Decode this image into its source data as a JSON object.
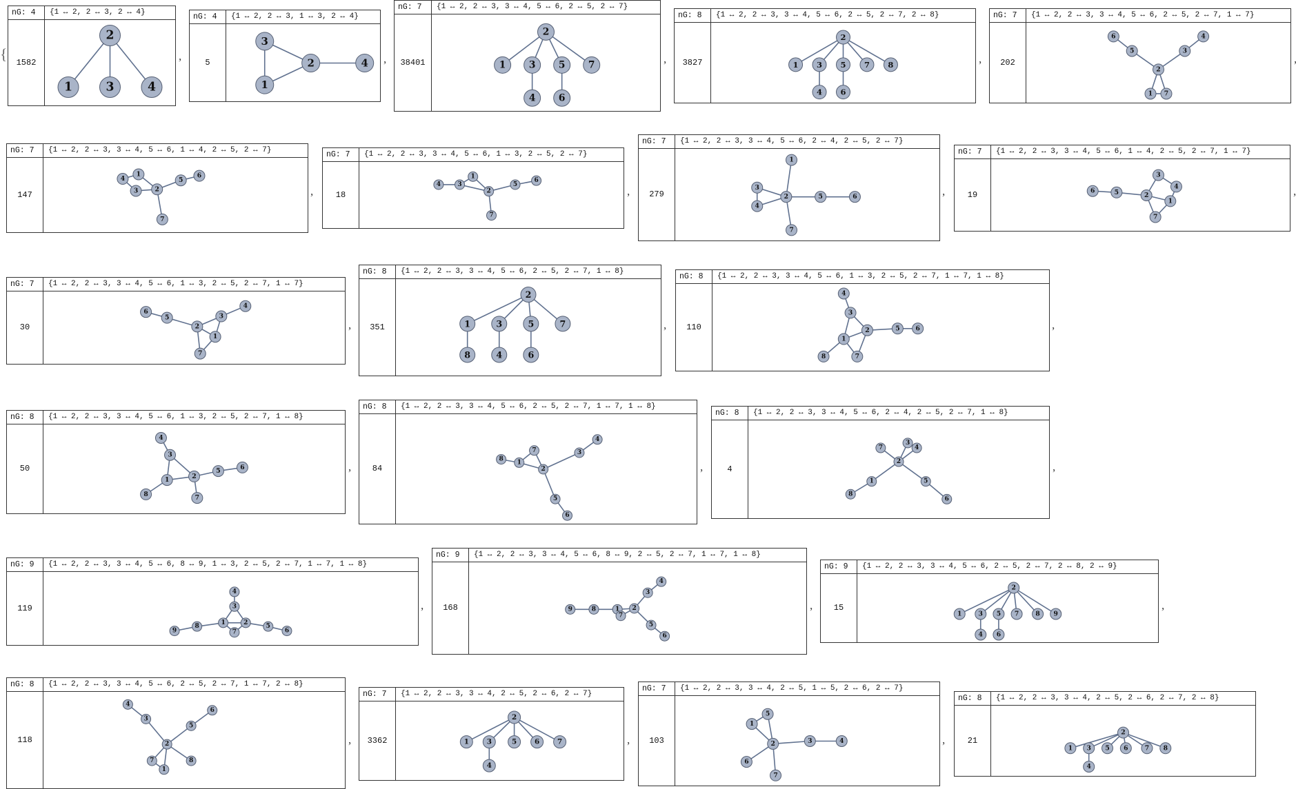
{
  "list": {
    "open_brace": "{",
    "close_brace": "}",
    "separator": ",",
    "node_fill": "#a9b4c8",
    "node_stroke": "#555f73",
    "edge_color": "#60718f"
  },
  "entries": [
    {
      "ng_label": "nG: 4",
      "edges_text": "{1 ↔ 2, 2 ↔ 3, 2 ↔ 4}",
      "count": "1582"
    },
    {
      "ng_label": "nG: 4",
      "edges_text": "{1 ↔ 2, 2 ↔ 3, 1 ↔ 3, 2 ↔ 4}",
      "count": "5"
    },
    {
      "ng_label": "nG: 7",
      "edges_text": "{1 ↔ 2, 2 ↔ 3, 3 ↔ 4, 5 ↔ 6, 2 ↔ 5, 2 ↔ 7}",
      "count": "38401"
    },
    {
      "ng_label": "nG: 8",
      "edges_text": "{1 ↔ 2, 2 ↔ 3, 3 ↔ 4, 5 ↔ 6, 2 ↔ 5, 2 ↔ 7, 2 ↔ 8}",
      "count": "3827"
    },
    {
      "ng_label": "nG: 7",
      "edges_text": "{1 ↔ 2, 2 ↔ 3, 3 ↔ 4, 5 ↔ 6, 2 ↔ 5, 2 ↔ 7, 1 ↔ 7}",
      "count": "202"
    },
    {
      "ng_label": "nG: 7",
      "edges_text": "{1 ↔ 2, 2 ↔ 3, 3 ↔ 4, 5 ↔ 6, 1 ↔ 4, 2 ↔ 5, 2 ↔ 7}",
      "count": "147"
    },
    {
      "ng_label": "nG: 7",
      "edges_text": "{1 ↔ 2, 2 ↔ 3, 3 ↔ 4, 5 ↔ 6, 1 ↔ 3, 2 ↔ 5, 2 ↔ 7}",
      "count": "18"
    },
    {
      "ng_label": "nG: 7",
      "edges_text": "{1 ↔ 2, 2 ↔ 3, 3 ↔ 4, 5 ↔ 6, 2 ↔ 4, 2 ↔ 5, 2 ↔ 7}",
      "count": "279"
    },
    {
      "ng_label": "nG: 7",
      "edges_text": "{1 ↔ 2, 2 ↔ 3, 3 ↔ 4, 5 ↔ 6, 1 ↔ 4, 2 ↔ 5, 2 ↔ 7, 1 ↔ 7}",
      "count": "19"
    },
    {
      "ng_label": "nG: 7",
      "edges_text": "{1 ↔ 2, 2 ↔ 3, 3 ↔ 4, 5 ↔ 6, 1 ↔ 3, 2 ↔ 5, 2 ↔ 7, 1 ↔ 7}",
      "count": "30"
    },
    {
      "ng_label": "nG: 8",
      "edges_text": "{1 ↔ 2, 2 ↔ 3, 3 ↔ 4, 5 ↔ 6, 2 ↔ 5, 2 ↔ 7, 1 ↔ 8}",
      "count": "351"
    },
    {
      "ng_label": "nG: 8",
      "edges_text": "{1 ↔ 2, 2 ↔ 3, 3 ↔ 4, 5 ↔ 6, 1 ↔ 3, 2 ↔ 5, 2 ↔ 7, 1 ↔ 7, 1 ↔ 8}",
      "count": "110"
    },
    {
      "ng_label": "nG: 8",
      "edges_text": "{1 ↔ 2, 2 ↔ 3, 3 ↔ 4, 5 ↔ 6, 1 ↔ 3, 2 ↔ 5, 2 ↔ 7, 1 ↔ 8}",
      "count": "50"
    },
    {
      "ng_label": "nG: 8",
      "edges_text": "{1 ↔ 2, 2 ↔ 3, 3 ↔ 4, 5 ↔ 6, 2 ↔ 5, 2 ↔ 7, 1 ↔ 7, 1 ↔ 8}",
      "count": "84"
    },
    {
      "ng_label": "nG: 8",
      "edges_text": "{1 ↔ 2, 2 ↔ 3, 3 ↔ 4, 5 ↔ 6, 2 ↔ 4, 2 ↔ 5, 2 ↔ 7, 1 ↔ 8}",
      "count": "4"
    },
    {
      "ng_label": "nG: 9",
      "edges_text": "{1 ↔ 2, 2 ↔ 3, 3 ↔ 4, 5 ↔ 6, 8 ↔ 9, 1 ↔ 3, 2 ↔ 5, 2 ↔ 7, 1 ↔ 7, 1 ↔ 8}",
      "count": "119"
    },
    {
      "ng_label": "nG: 9",
      "edges_text": "{1 ↔ 2, 2 ↔ 3, 3 ↔ 4, 5 ↔ 6, 8 ↔ 9, 2 ↔ 5, 2 ↔ 7, 1 ↔ 7, 1 ↔ 8}",
      "count": "168"
    },
    {
      "ng_label": "nG: 9",
      "edges_text": "{1 ↔ 2, 2 ↔ 3, 3 ↔ 4, 5 ↔ 6, 2 ↔ 5, 2 ↔ 7, 2 ↔ 8, 2 ↔ 9}",
      "count": "15"
    },
    {
      "ng_label": "nG: 8",
      "edges_text": "{1 ↔ 2, 2 ↔ 3, 3 ↔ 4, 5 ↔ 6, 2 ↔ 5, 2 ↔ 7, 1 ↔ 7, 2 ↔ 8}",
      "count": "118"
    },
    {
      "ng_label": "nG: 7",
      "edges_text": "{1 ↔ 2, 2 ↔ 3, 3 ↔ 4, 2 ↔ 5, 2 ↔ 6, 2 ↔ 7}",
      "count": "3362"
    },
    {
      "ng_label": "nG: 7",
      "edges_text": "{1 ↔ 2, 2 ↔ 3, 3 ↔ 4, 2 ↔ 5, 1 ↔ 5, 2 ↔ 6, 2 ↔ 7}",
      "count": "103"
    },
    {
      "ng_label": "nG: 8",
      "edges_text": "{1 ↔ 2, 2 ↔ 3, 3 ↔ 4, 2 ↔ 5, 2 ↔ 6, 2 ↔ 7, 2 ↔ 8}",
      "count": "21"
    }
  ]
}
